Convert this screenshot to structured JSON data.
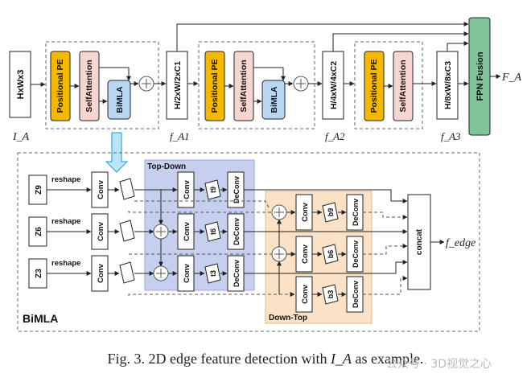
{
  "top": {
    "input_label": "HxWx3",
    "input_caption": "I_A",
    "stage1": {
      "pe": "Positional PE",
      "attn": "SelfAttention",
      "bimla": "BiMLA",
      "out": "H/2xW/2xC1",
      "out_caption": "f_A1"
    },
    "stage2": {
      "pe": "Positional PE",
      "attn": "SelfAttention",
      "bimla": "BiMLA",
      "out": "H/4xW/4xC2",
      "out_caption": "f_A2"
    },
    "stage3": {
      "pe": "Positional PE",
      "attn": "SelfAttention",
      "out": "H/8xW/8xC3",
      "out_caption": "f_A3"
    },
    "fpn": "FPN Fusion",
    "fpn_out": "F_A"
  },
  "bimla": {
    "title": "BiMLA",
    "top_down_label": "Top-Down",
    "down_top_label": "Down-Top",
    "inputs": [
      "Z9",
      "Z6",
      "Z3"
    ],
    "reshape": "reshape",
    "conv": "Conv",
    "deconv": "DeConv",
    "t_labels": [
      "t9",
      "t6",
      "t3"
    ],
    "b_labels": [
      "b9",
      "b6",
      "b3"
    ],
    "concat": "concat",
    "out": "f_edge"
  },
  "caption": {
    "prefix": "Fig. 3.    2D edge feature detection with ",
    "var": "I_A",
    "suffix": " as example."
  },
  "watermark": "公众号 · 3D视觉之心",
  "colors": {
    "pe": "#f5b800",
    "attn": "#f7d6d2",
    "bimla": "#b9d7f2",
    "fpn": "#7fc49b",
    "topdown": "#c7cfee",
    "downtop": "#fbe2c6"
  }
}
